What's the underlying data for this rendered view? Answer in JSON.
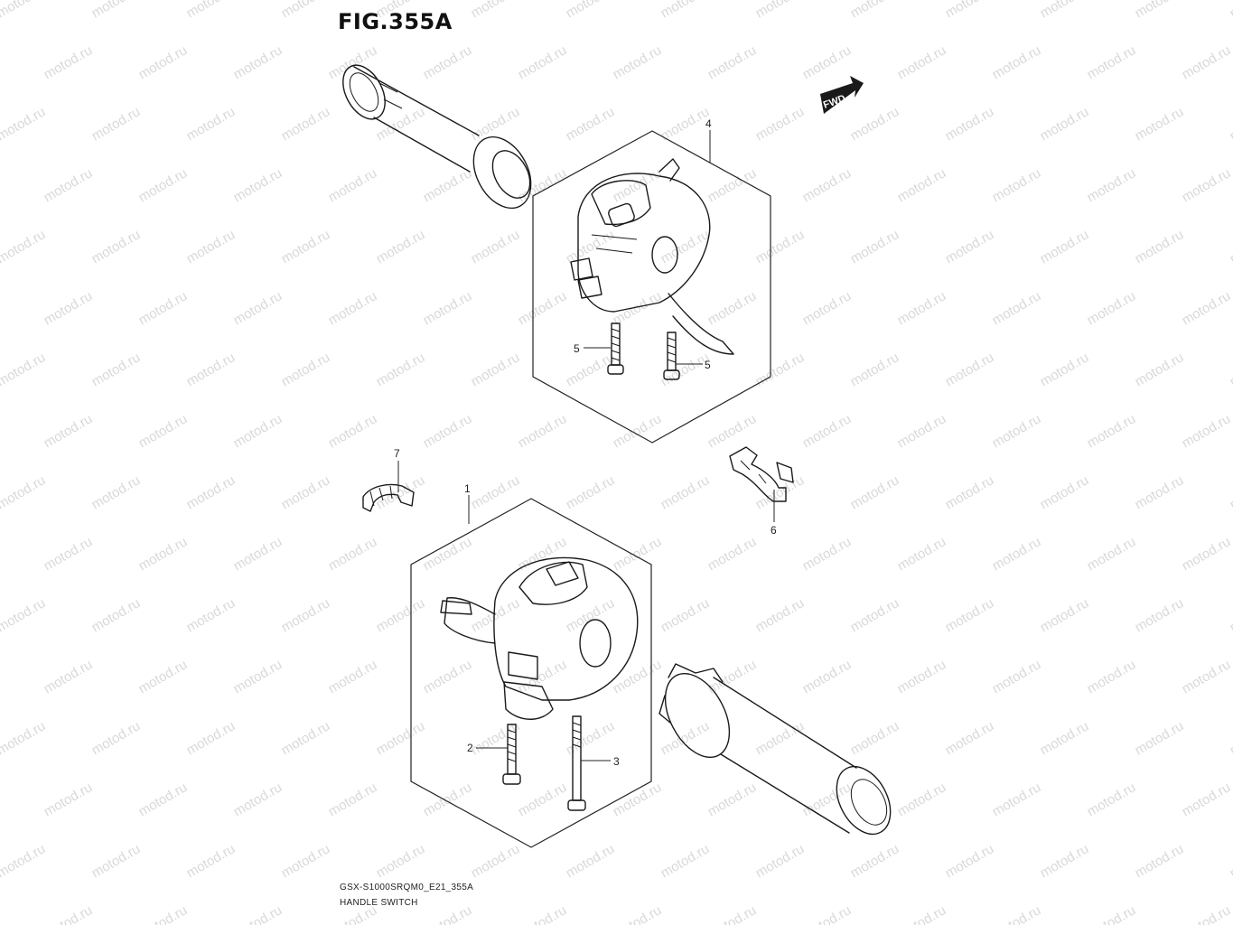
{
  "figure": {
    "title": "FIG.355A",
    "code": "GSX-S1000SRQM0_E21_355A",
    "name": "HANDLE SWITCH"
  },
  "watermark": {
    "text": "motod.ru"
  },
  "direction_badge": {
    "text": "FWD"
  },
  "callouts": {
    "part_1": "1",
    "part_2": "2",
    "part_3": "3",
    "part_4": "4",
    "part_5a": "5",
    "part_5b": "5",
    "part_6": "6",
    "part_7": "7"
  }
}
